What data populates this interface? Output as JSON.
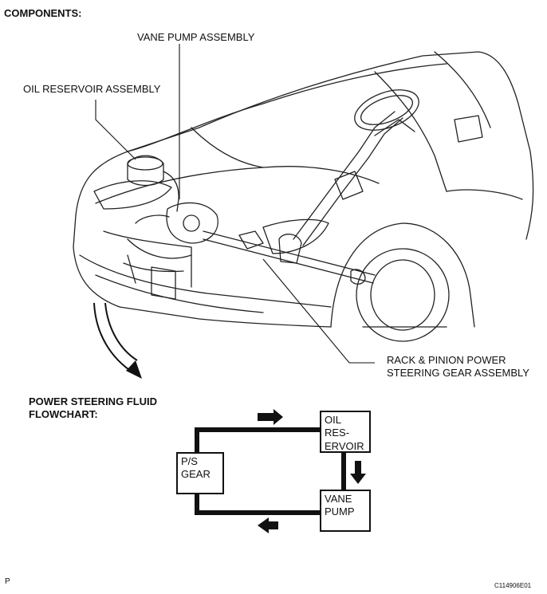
{
  "heading": "COMPONENTS:",
  "labels": {
    "vane_pump": "VANE PUMP ASSEMBLY",
    "oil_reservoir": "OIL RESERVOIR ASSEMBLY",
    "rack_line1": "RACK & PINION POWER",
    "rack_line2": "STEERING GEAR ASSEMBLY"
  },
  "flowchart": {
    "title_line1": "POWER STEERING FLUID",
    "title_line2": "FLOWCHART:",
    "oil_reservoir_line1": "OIL RES-",
    "oil_reservoir_line2": "ERVOIR",
    "ps_gear_line1": "P/S",
    "ps_gear_line2": "GEAR",
    "vane_pump_line1": "VANE",
    "vane_pump_line2": "PUMP"
  },
  "footer": {
    "page_mark": "P",
    "figure_code": "C114906E01"
  }
}
